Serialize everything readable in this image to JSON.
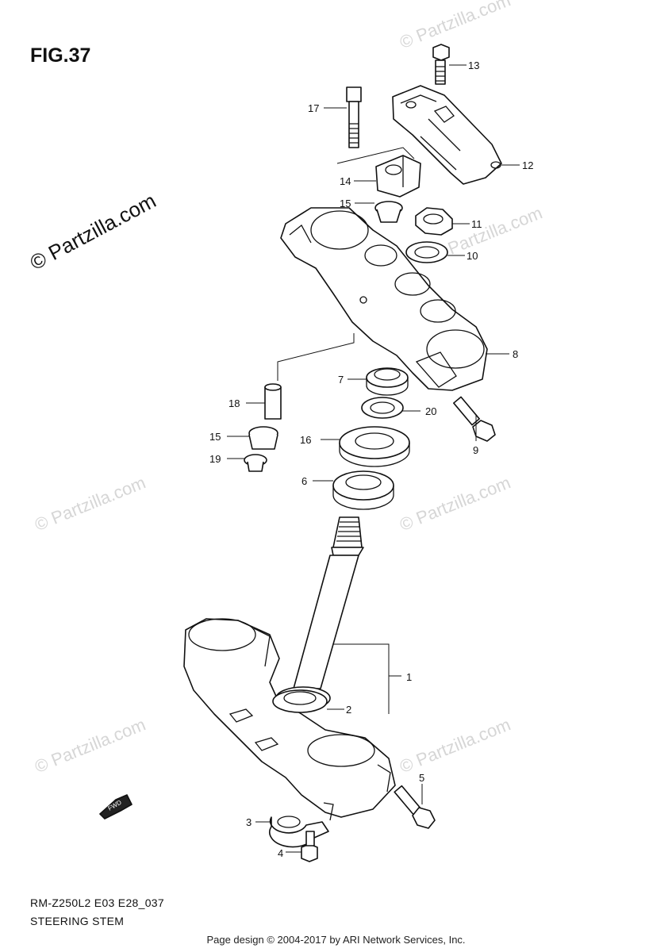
{
  "figure": {
    "title": "FIG.37",
    "model_code": "RM-Z250L2 E03 E28_037",
    "name": "STEERING STEM"
  },
  "watermark": {
    "main": "© Partzilla.com",
    "faint": "© Partzilla.com"
  },
  "footer": "Page design © 2004-2017 by ARI Network Services, Inc.",
  "fwd_label": "FWD",
  "callouts": [
    "1",
    "2",
    "3",
    "4",
    "5",
    "6",
    "7",
    "8",
    "9",
    "10",
    "11",
    "12",
    "13",
    "14",
    "15",
    "15",
    "16",
    "17",
    "18",
    "19",
    "20"
  ]
}
